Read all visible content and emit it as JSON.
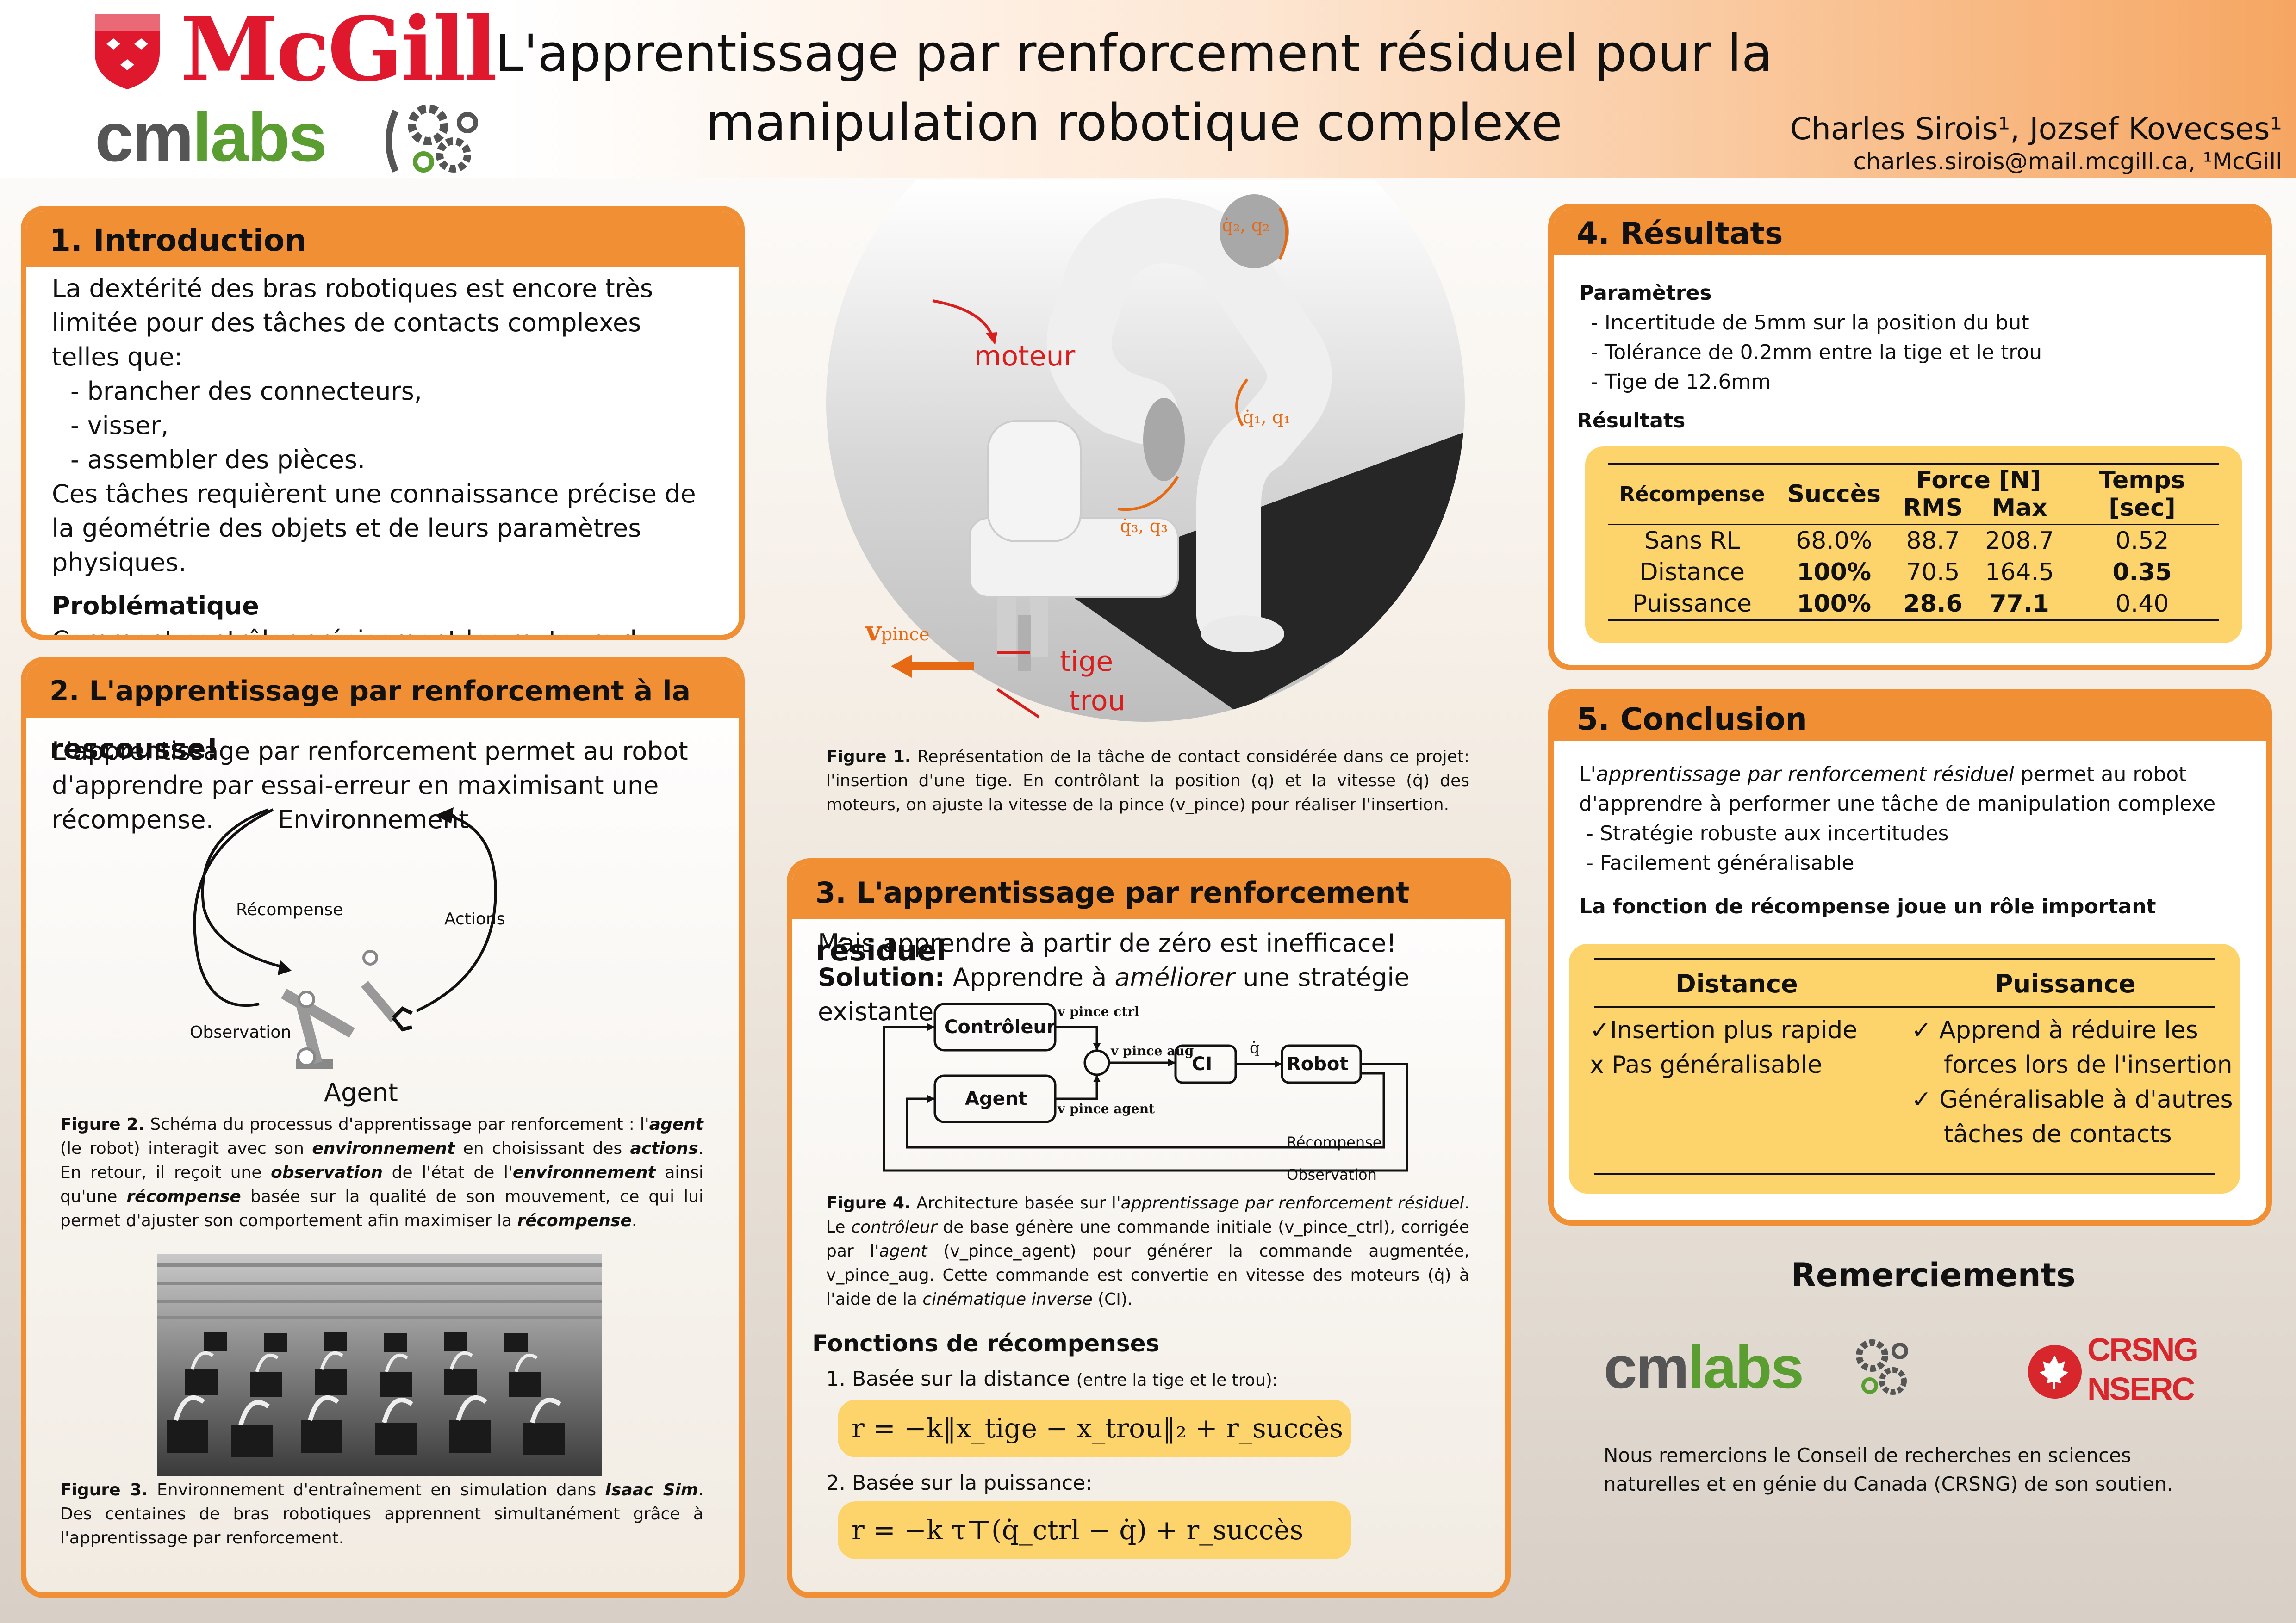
{
  "header": {
    "mcgill": "McGill",
    "cmlabs_cm": "cm",
    "cmlabs_labs": "labs",
    "title_line1": "L'apprentissage par renforcement résiduel pour la",
    "title_line2": "manipulation robotique complexe",
    "authors": "Charles Sirois¹, Jozsef Kovecses¹",
    "contact": "charles.sirois@mail.mcgill.ca, ¹McGill"
  },
  "intro": {
    "heading": "1. Introduction",
    "p1": "La dextérité des bras robotiques est encore très limitée pour des tâches de contacts complexes telles que:",
    "items": [
      "- brancher des connecteurs,",
      "- visser,",
      "- assembler des pièces."
    ],
    "p2": "Ces tâches requièrent une connaissance précise de la géométrie des objets et de leurs paramètres physiques.",
    "prob_title": "Problématique",
    "prob_text": "Comment contrôler précisement les moteurs du robot pour performer l'insertion?"
  },
  "rl": {
    "heading": "2. L'apprentissage par renforcement à la rescousse!",
    "p1": "L'apprentissage par renforcement permet au robot d'apprendre par essai-erreur en maximisant une récompense.",
    "env": "Environnement",
    "reward": "Récompense",
    "actions": "Actions",
    "observation": "Observation",
    "agent": "Agent",
    "fig2_label": "Figure 2.",
    "fig2_a": " Schéma du processus d'apprentissage par renforcement : l'",
    "fig2_agent": "agent",
    "fig2_b": " (le robot) interagit avec son ",
    "fig2_env": "environnement",
    "fig2_c": " en choisissant des ",
    "fig2_actions": "actions",
    "fig2_d": ". En retour, il reçoit une ",
    "fig2_obs": "observation",
    "fig2_e": " de l'état de l'",
    "fig2_env2": "environnement",
    "fig2_f": " ainsi qu'une ",
    "fig2_rew": "récompense",
    "fig2_g": " basée sur la qualité de son mouvement, ce qui lui permet d'ajuster son comportement afin maximiser la ",
    "fig2_rew2": "récompense",
    "fig2_h": ".",
    "fig3_label": "Figure 3.",
    "fig3_a": " Environnement d'entraînement en simulation dans ",
    "fig3_isaac": "Isaac Sim",
    "fig3_b": ". Des centaines de bras robotiques apprennent simultanément grâce à l'apprentissage par renforcement."
  },
  "fig1": {
    "moteur": "moteur",
    "tige": "tige",
    "trou": "trou",
    "v_pince": "v",
    "v_pince_sub": "pince",
    "q2": "q̇₂, q₂",
    "q1": "q̇₁, q₁",
    "q3": "q̇₃, q₃",
    "label": "Figure 1.",
    "caption": " Représentation de la tâche de contact considérée dans ce projet: l'insertion d'une tige. En contrôlant la position (q) et la vitesse (q̇) des moteurs, on ajuste la vitesse de la pince (v_pince) pour réaliser l'insertion."
  },
  "residual": {
    "heading": "3. L'apprentissage par renforcement résiduel",
    "l1": "Mais apprendre à partir de zéro est inefficace!",
    "l2_b": "Solution:",
    "l2_a": " Apprendre à ",
    "l2_i": "améliorer",
    "l2_c": " une stratégie existante",
    "blocks": {
      "controller": "Contrôleur",
      "agent": "Agent",
      "ci": "CI",
      "robot": "Robot"
    },
    "sig_ctrl": "v pince ctrl",
    "sig_agent": "v pince agent",
    "sig_aug": "v pince aug",
    "sig_qdot": "q̇",
    "fb_reward": "Récompense",
    "fb_obs": "Observation",
    "fig4_label": "Figure 4.",
    "fig4_a": " Architecture basée sur l'",
    "fig4_i1": "apprentissage par renforcement résiduel",
    "fig4_b": ". Le ",
    "fig4_i2": "contrôleur",
    "fig4_c": " de base génère une commande initiale (v_pince_ctrl), corrigée par l'",
    "fig4_i3": "agent",
    "fig4_d": " (v_pince_agent) pour générer la commande augmentée, v_pince_aug. Cette commande est convertie en vitesse des moteurs (q̇) à l'aide de la ",
    "fig4_i4": "cinématique inverse",
    "fig4_e": " (CI).",
    "rew_title": "Fonctions de récompenses",
    "rew1_a": "1. Basée sur la distance ",
    "rew1_b": "(entre la tige et le trou):",
    "formula1": "r = −k‖x_tige − x_trou‖₂ + r_succès",
    "rew2": "2. Basée sur la puissance:",
    "formula2": "r = −k τ⊤(q̇_ctrl − q̇) + r_succès"
  },
  "results": {
    "heading": "4. Résultats",
    "params_title": "Paramètres",
    "params": [
      "- Incertitude de 5mm sur la position du but",
      "- Tolérance de 0.2mm entre la tige et le trou",
      "- Tige de 12.6mm"
    ],
    "res_title": "Résultats",
    "table": {
      "h_reward": "Récompense",
      "h_success": "Succès",
      "h_force": "Force [N]",
      "h_rms": "RMS",
      "h_max": "Max",
      "h_time": "Temps [sec]",
      "rows": [
        [
          "Sans RL",
          "68.0%",
          "88.7",
          "208.7",
          "0.52"
        ],
        [
          "Distance",
          "100%",
          "70.5",
          "164.5",
          "0.35"
        ],
        [
          "Puissance",
          "100%",
          "28.6",
          "77.1",
          "0.40"
        ]
      ]
    }
  },
  "conclusion": {
    "heading": "5. Conclusion",
    "p_a": "L'",
    "p_i": "apprentissage par renforcement résiduel",
    "p_b": " permet au robot d'apprendre à performer une tâche de manipulation complexe",
    "items": [
      "- Stratégie robuste aux incertitudes",
      "- Facilement généralisable"
    ],
    "fn_title": "La fonction de récompense joue un rôle important",
    "col1": "Distance",
    "col2": "Puissance",
    "d1": "✓Insertion plus rapide",
    "d2": "x Pas généralisable",
    "p1a": "✓ Apprend à réduire les",
    "p1b": "forces lors de l'insertion",
    "p2a": "✓ Généralisable à d'autres",
    "p2b": "tâches de contacts"
  },
  "thanks": {
    "heading": "Remerciements",
    "crsng": "CRSNG",
    "nserc": "NSERC",
    "text": "Nous remercions le Conseil de recherches en sciences naturelles et en génie du Canada (CRSNG) de son soutien."
  },
  "colors": {
    "accent": "#f08f33",
    "yellow": "#fdd36b",
    "mcgill_red": "#e0182d",
    "cmlabs_green": "#5a9e32",
    "arrow_red": "#d91e1e"
  }
}
